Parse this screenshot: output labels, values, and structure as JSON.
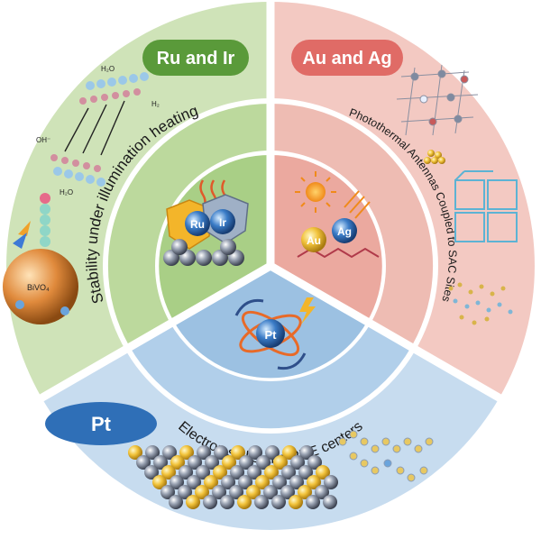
{
  "sections": {
    "ru_ir": {
      "badge": "Ru and Ir",
      "ring_label": "Stability under illumination heating",
      "metal_a": "Ru",
      "metal_b": "Ir",
      "support_label": "BiVO₄",
      "molecules": [
        "H₂O",
        "H₂",
        "OH⁻",
        "H₂O"
      ],
      "colors": {
        "outer": "#cfe3b8",
        "inner": "#a9cf86",
        "badge": "#5a9a3a"
      }
    },
    "au_ag": {
      "badge": "Au and Ag",
      "ring_label": "Photothermal Antennas Coupled to SAC Sites",
      "metal_a": "Au",
      "metal_b": "Ag",
      "colors": {
        "outer": "#f3c9c2",
        "inner": "#eba99f",
        "badge": "#e06b66"
      }
    },
    "pt": {
      "badge": "Pt",
      "ring_label": "Electron sinks and PHE centers",
      "metal": "Pt",
      "colors": {
        "outer": "#c7dcef",
        "inner": "#9cc1e2",
        "badge": "#2f6fb7"
      }
    }
  }
}
